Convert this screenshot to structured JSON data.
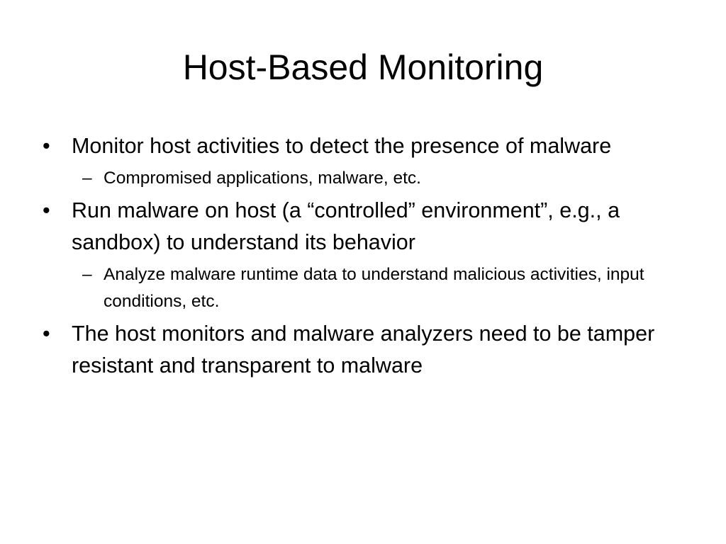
{
  "slide": {
    "title": "Host-Based Monitoring",
    "bullet_marker": "•",
    "sub_marker": "–",
    "bullets": [
      {
        "text": "Monitor host activities to detect the presence of malware",
        "subs": [
          "Compromised applications, malware, etc."
        ]
      },
      {
        "text": "Run malware on host (a “controlled” environment”, e.g., a sandbox) to understand its behavior",
        "subs": [
          "Analyze malware runtime data to understand malicious activities, input conditions, etc."
        ]
      },
      {
        "text": "The host monitors and malware analyzers need to be tamper resistant and transparent to malware",
        "subs": []
      }
    ]
  }
}
